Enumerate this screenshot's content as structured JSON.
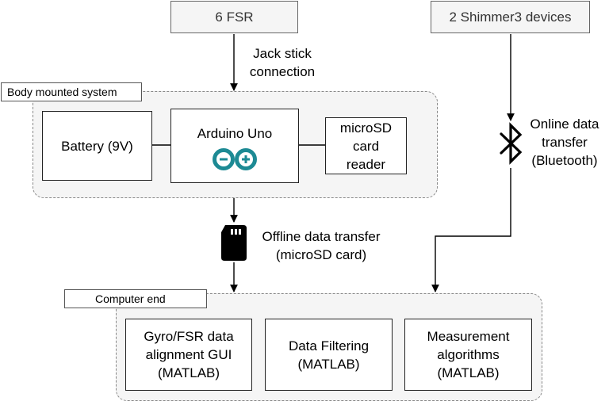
{
  "sources": {
    "fsr": "6 FSR",
    "shimmer": "2 Shimmer3 devices"
  },
  "edges": {
    "jack": "Jack stick\nconnection",
    "bluetooth": "Online data\ntransfer\n(Bluetooth)",
    "offline": "Offline data transfer\n(microSD card)"
  },
  "body_system": {
    "label": "Body mounted system",
    "battery": "Battery (9V)",
    "arduino": "Arduino Uno",
    "sd_reader": "microSD\ncard\nreader"
  },
  "computer": {
    "label": "Computer end",
    "gui": "Gyro/FSR data\nalignment GUI\n(MATLAB)",
    "filtering": "Data Filtering\n(MATLAB)",
    "measurement": "Measurement\nalgorithms\n(MATLAB)"
  },
  "icons": {
    "arduino_logo": "arduino-logo-icon",
    "bluetooth": "bluetooth-icon",
    "sd_card": "sd-card-icon"
  },
  "colors": {
    "arduino_teal": "#1d8a94",
    "group_fill": "#f5f5f5"
  }
}
